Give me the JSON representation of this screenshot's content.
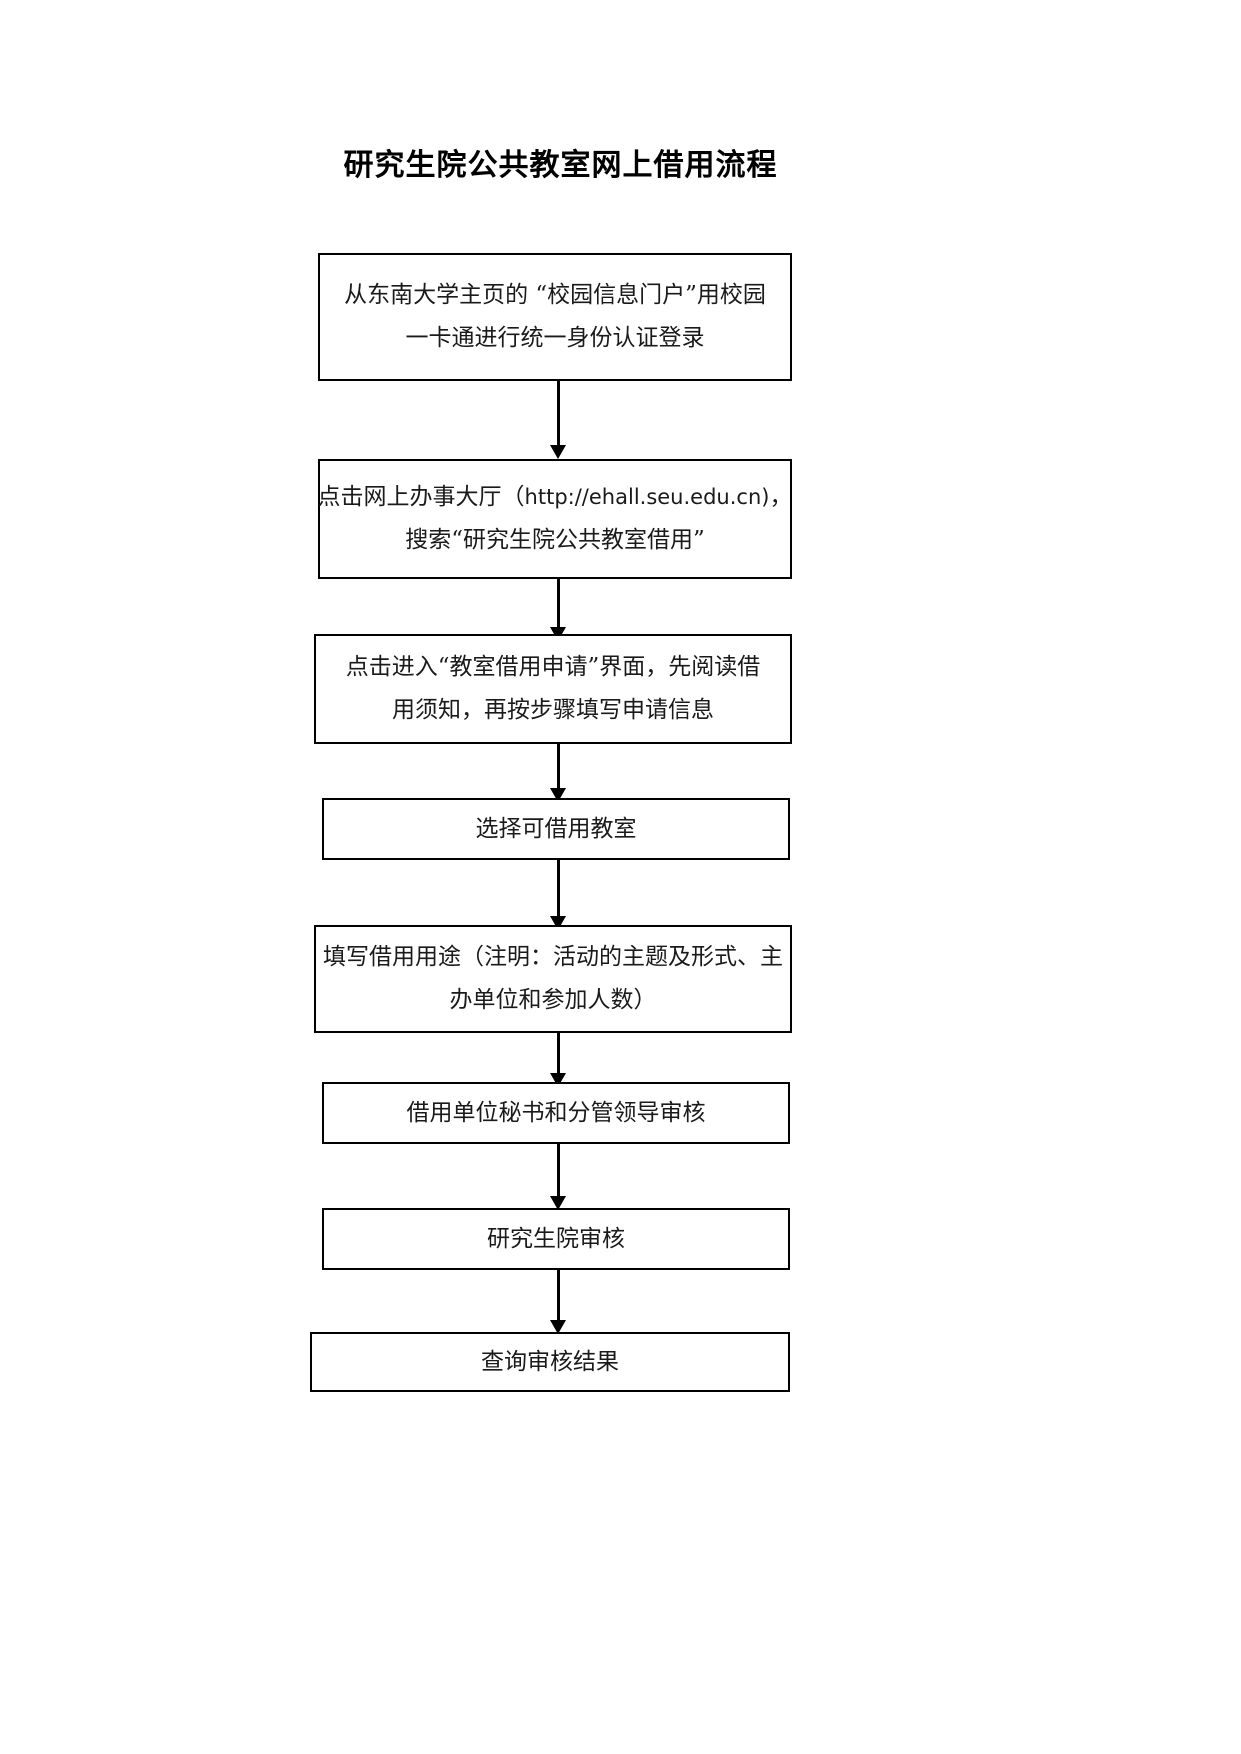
{
  "document": {
    "title": "研究生院公共教室网上借用流程"
  },
  "flowchart": {
    "type": "vertical-flowchart",
    "orientation": "top-to-bottom",
    "border_color": "#000000",
    "background_color": "#ffffff",
    "text_color": "#1a1a1a",
    "step_count": 8,
    "steps": [
      {
        "id": "step-1",
        "line1": "从东南大学主页的 “校园信息门户”用校园",
        "line2": "一卡通进行统一身份认证登录"
      },
      {
        "id": "step-2",
        "line1_prefix": "点击网上办事大厅（",
        "line1_url": "http://ehall.seu.edu.cn)",
        "line1_suffix": "，",
        "line2": "搜索“研究生院公共教室借用”"
      },
      {
        "id": "step-3",
        "line1": "点击进入“教室借用申请”界面，先阅读借",
        "line2": "用须知，再按步骤填写申请信息"
      },
      {
        "id": "step-4",
        "line1": "选择可借用教室"
      },
      {
        "id": "step-5",
        "line1": "填写借用用途（注明：活动的主题及形式、主",
        "line2": "办单位和参加人数）"
      },
      {
        "id": "step-6",
        "line1": "借用单位秘书和分管领导审核"
      },
      {
        "id": "step-7",
        "line1": "研究生院审核"
      },
      {
        "id": "step-8",
        "line1": "查询审核结果"
      }
    ],
    "connectors": [
      {
        "id": "connector-1-2",
        "from": "step-1",
        "to": "step-2"
      },
      {
        "id": "connector-2-3",
        "from": "step-2",
        "to": "step-3"
      },
      {
        "id": "connector-3-4",
        "from": "step-3",
        "to": "step-4"
      },
      {
        "id": "connector-4-5",
        "from": "step-4",
        "to": "step-5"
      },
      {
        "id": "connector-5-6",
        "from": "step-5",
        "to": "step-6"
      },
      {
        "id": "connector-6-7",
        "from": "step-6",
        "to": "step-7"
      },
      {
        "id": "connector-7-8",
        "from": "step-7",
        "to": "step-8"
      }
    ]
  }
}
